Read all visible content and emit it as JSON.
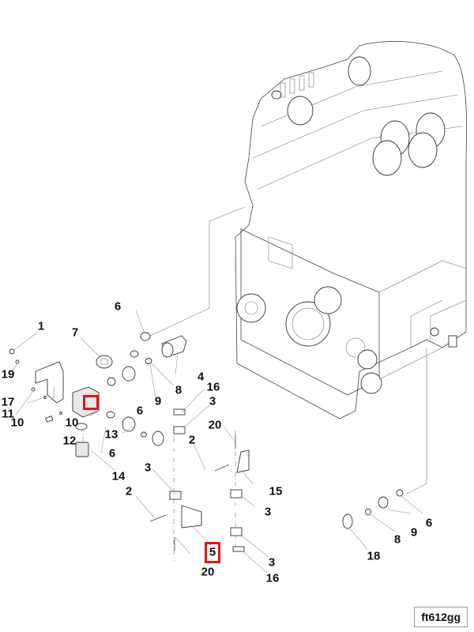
{
  "figure": {
    "id_label": "ft612gg",
    "highlight_color": "#e0141a",
    "highlighted_callouts": [
      "5",
      "13-part"
    ]
  },
  "callouts": [
    {
      "key": "c1",
      "text": "1"
    },
    {
      "key": "c19",
      "text": "19"
    },
    {
      "key": "c17",
      "text": "17"
    },
    {
      "key": "c11",
      "text": "11"
    },
    {
      "key": "c10a",
      "text": "10"
    },
    {
      "key": "c10b",
      "text": "10"
    },
    {
      "key": "c12",
      "text": "12"
    },
    {
      "key": "c13",
      "text": "13"
    },
    {
      "key": "c14",
      "text": "14"
    },
    {
      "key": "c6a",
      "text": "6"
    },
    {
      "key": "c6b",
      "text": "6"
    },
    {
      "key": "c6c",
      "text": "6"
    },
    {
      "key": "c6d",
      "text": "6"
    },
    {
      "key": "c7",
      "text": "7"
    },
    {
      "key": "c9a",
      "text": "9"
    },
    {
      "key": "c8a",
      "text": "8"
    },
    {
      "key": "c4",
      "text": "4"
    },
    {
      "key": "c16a",
      "text": "16"
    },
    {
      "key": "c3a",
      "text": "3"
    },
    {
      "key": "c20a",
      "text": "20"
    },
    {
      "key": "c2a",
      "text": "2"
    },
    {
      "key": "c15",
      "text": "15"
    },
    {
      "key": "c3b",
      "text": "3"
    },
    {
      "key": "c2b",
      "text": "2"
    },
    {
      "key": "c3c",
      "text": "3"
    },
    {
      "key": "c5",
      "text": "5"
    },
    {
      "key": "c20b",
      "text": "20"
    },
    {
      "key": "c3d",
      "text": "3"
    },
    {
      "key": "c16b",
      "text": "16"
    },
    {
      "key": "c18",
      "text": "18"
    },
    {
      "key": "c8b",
      "text": "8"
    },
    {
      "key": "c9b",
      "text": "9"
    }
  ]
}
